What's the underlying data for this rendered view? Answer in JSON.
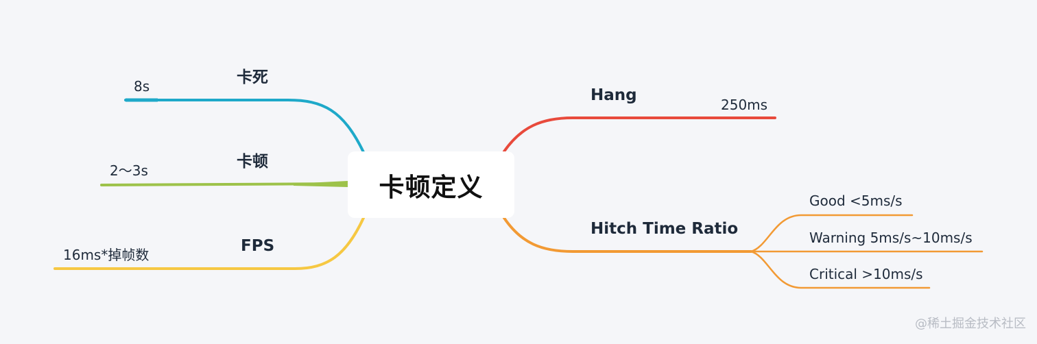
{
  "center": {
    "label": "卡顿定义"
  },
  "left_branches": [
    {
      "label": "卡死",
      "value": "8s",
      "color": "#1ea9c9"
    },
    {
      "label": "卡顿",
      "value": "2～3s",
      "color": "#9dc24a"
    },
    {
      "label": "FPS",
      "value": "16ms*掉帧数",
      "color": "#f6c843"
    }
  ],
  "right_branches": [
    {
      "label": "Hang",
      "value": "250ms",
      "color": "#e84a3c"
    },
    {
      "label": "Hitch Time Ratio",
      "color": "#f29a34",
      "children": [
        {
          "label": "Good <5ms/s"
        },
        {
          "label": "Warning 5ms/s~10ms/s"
        },
        {
          "label": "Critical >10ms/s"
        }
      ]
    }
  ],
  "watermark": "@稀土掘金技术社区"
}
